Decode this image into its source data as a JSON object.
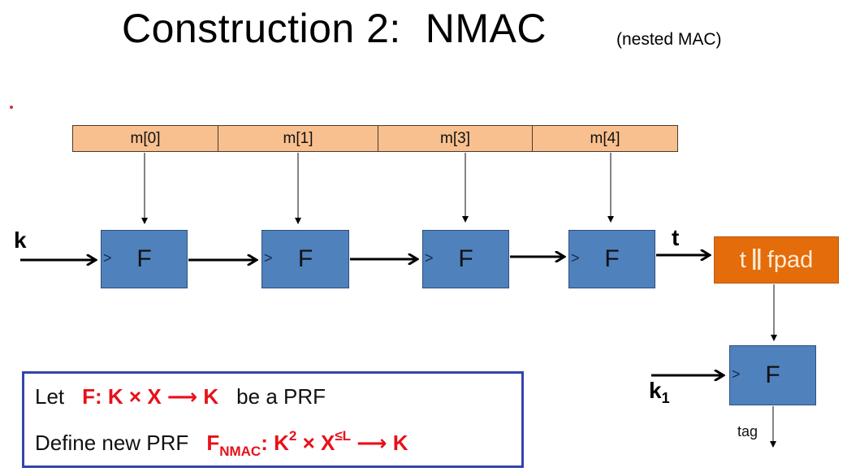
{
  "slide": {
    "title": "Construction 2:",
    "title_name": "NMAC",
    "subtitle": "(nested MAC)"
  },
  "message_blocks": [
    "m[0]",
    "m[1]",
    "m[3]",
    "m[4]"
  ],
  "prf_boxes": {
    "label": "F",
    "clock_glyph": ">"
  },
  "chain": {
    "key_label": "k",
    "output_label": "t",
    "pad_box": {
      "left": "t",
      "concat": "ll",
      "right": "fpad"
    },
    "outer_key_label": "k",
    "outer_key_subscript": "1",
    "final_output_label": "tag"
  },
  "definition_box": {
    "line1": {
      "prefix": "Let",
      "formula": "F: K × X ⟶ K",
      "suffix": "be a PRF"
    },
    "line2": {
      "prefix": "Define new PRF",
      "func": "F",
      "func_subscript": "NMAC",
      "formula_a": ": K",
      "sup_a": "2",
      "formula_b": " × X",
      "sup_b": "≤L",
      "formula_c": " ⟶ K"
    }
  },
  "colors": {
    "message_fill": "#f9c08f",
    "prf_fill": "#4f81bd",
    "pad_fill": "#e46c0a",
    "formula_red": "#e8101a",
    "box_border": "#3344aa"
  }
}
